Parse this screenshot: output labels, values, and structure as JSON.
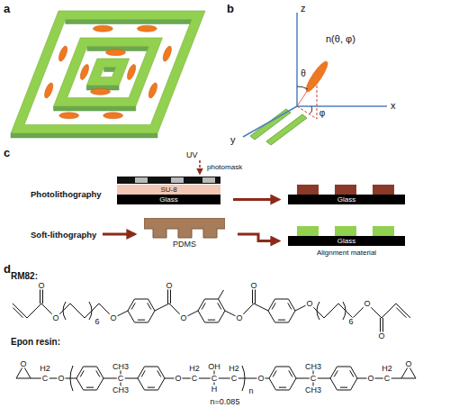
{
  "diagram": {
    "nodes": [
      {
        "text": [
          "SU-8"
        ]
      },
      {
        "text": [
          "Glass"
        ]
      },
      {
        "text": [
          "Glass"
        ]
      },
      {
        "text": [
          "PDMS"
        ]
      },
      {
        "text": [
          "Glass"
        ]
      }
    ],
    "edges": [
      {
        "from": 1,
        "to": 2,
        "arrow": "to"
      },
      {
        "from": 3,
        "to": 4,
        "arrow": "to"
      }
    ],
    "labels": [
      "a",
      "b",
      "z",
      "n(θ, φ)",
      "θ",
      "x",
      "y",
      "φ",
      "c",
      "UV",
      "photomask",
      "Photolithography",
      "Soft-lithography",
      "Alignment material",
      "d",
      "RM82:",
      "O",
      "O",
      "6",
      "O",
      "O",
      "O",
      "O",
      "O",
      "O",
      "6",
      "O",
      "O",
      "Epon resin:",
      "O",
      "H2",
      "C",
      "O",
      "CH3",
      "C",
      "CH3",
      "O",
      "H2",
      "C",
      "OH",
      "C",
      "H",
      "H2",
      "C",
      "n",
      "O",
      "CH3",
      "C",
      "CH3",
      "O",
      "H2",
      "C",
      "O",
      "n=0.085"
    ]
  }
}
